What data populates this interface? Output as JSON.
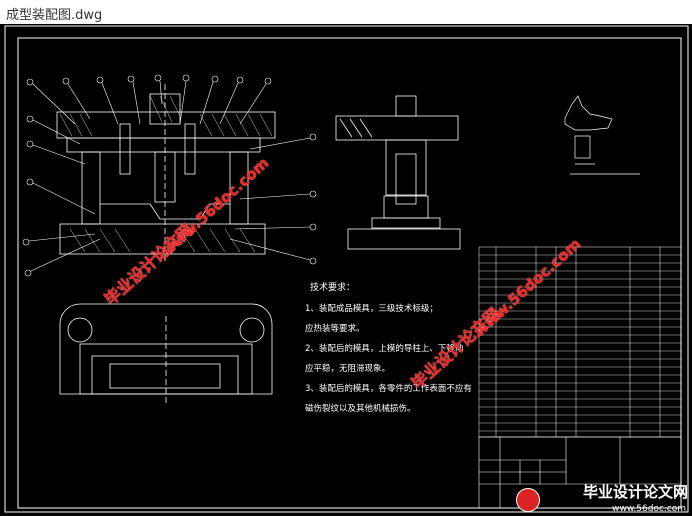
{
  "window": {
    "title": "成型装配图.dwg"
  },
  "tech_requirements": {
    "heading": "技术要求：",
    "lines": [
      "1、装配成品模具，三级技术标级；",
      "应热装等要求。",
      "2、装配后的模具，上模的导柱上、下移动",
      "应平稳，无阻滞现象。",
      "3、装配后的模具，各零件的工作表面不应有",
      "磁伤裂纹以及其他机械损伤。"
    ]
  },
  "watermarks": {
    "site_text": "毕业设计论文网",
    "site_url": "www.56doc.com",
    "footer_logo": "毕业设计论文网",
    "footer_url": "www.56doc.com"
  },
  "colors": {
    "background": "#000000",
    "lines": "#ffffff",
    "watermark": "#ff2020",
    "hatch": "#ffffff"
  }
}
